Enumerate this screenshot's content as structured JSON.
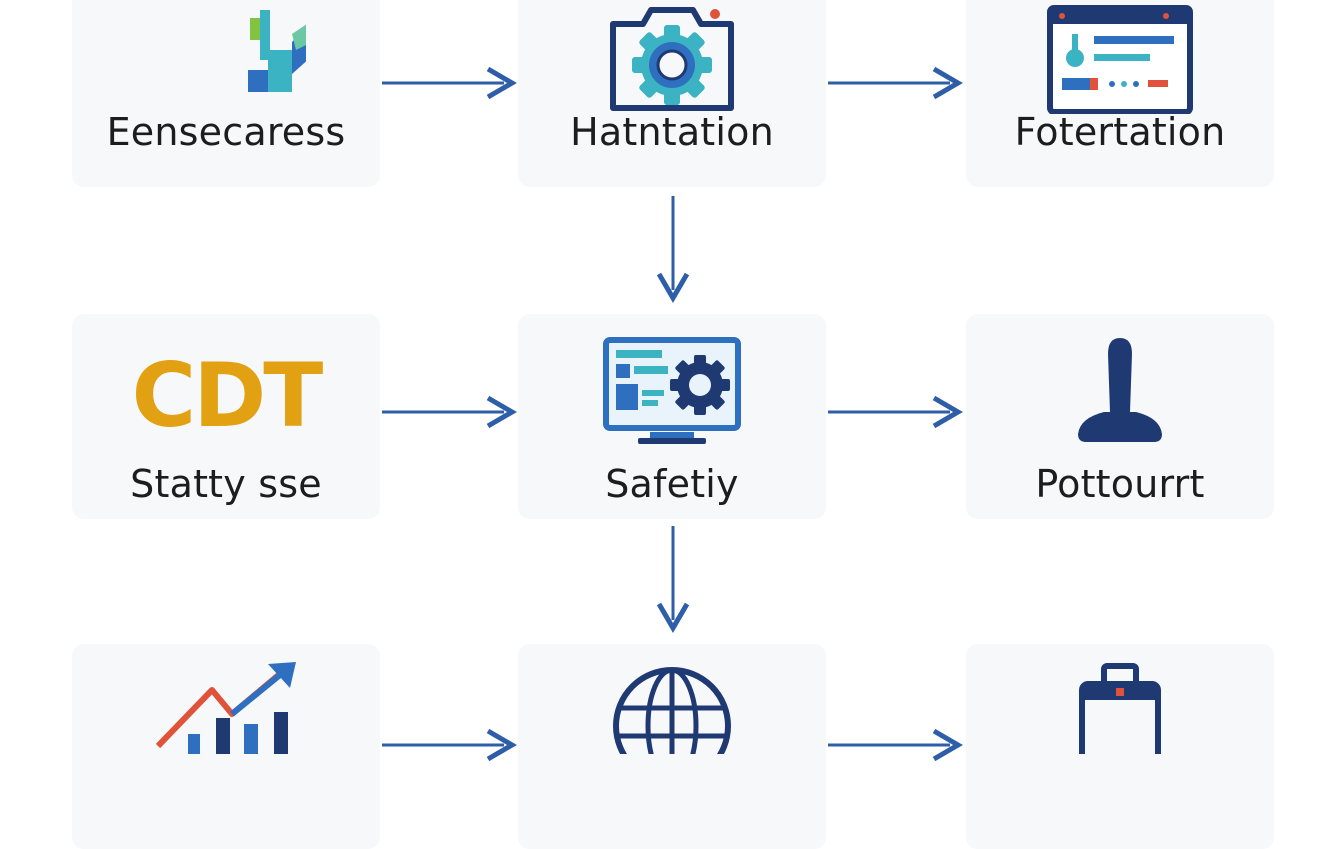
{
  "colors": {
    "arrow": "#2f5ea9",
    "navy": "#1f3a73",
    "blue": "#2f6fc0",
    "teal": "#3bb3c3",
    "green": "#82c441",
    "orange": "#e2a113",
    "red": "#e0533a",
    "node_bg": "#f7f8fa"
  },
  "nodes": {
    "n1": {
      "label": "Eensecaress",
      "icon": "bar-chart-icon"
    },
    "n2": {
      "label": "Hatntation",
      "icon": "camera-gear-icon"
    },
    "n3": {
      "label": "Fotertation",
      "icon": "browser-window-icon"
    },
    "n4": {
      "label": "Statty sse",
      "logo": "CDT"
    },
    "n5": {
      "label": "Safetiy",
      "icon": "monitor-gear-icon"
    },
    "n6": {
      "label": "Pottourrt",
      "icon": "stamp-icon"
    },
    "n7": {
      "label": "",
      "icon": "trend-chart-icon"
    },
    "n8": {
      "label": "",
      "icon": "globe-icon"
    },
    "n9": {
      "label": "",
      "icon": "clipboard-icon"
    }
  }
}
